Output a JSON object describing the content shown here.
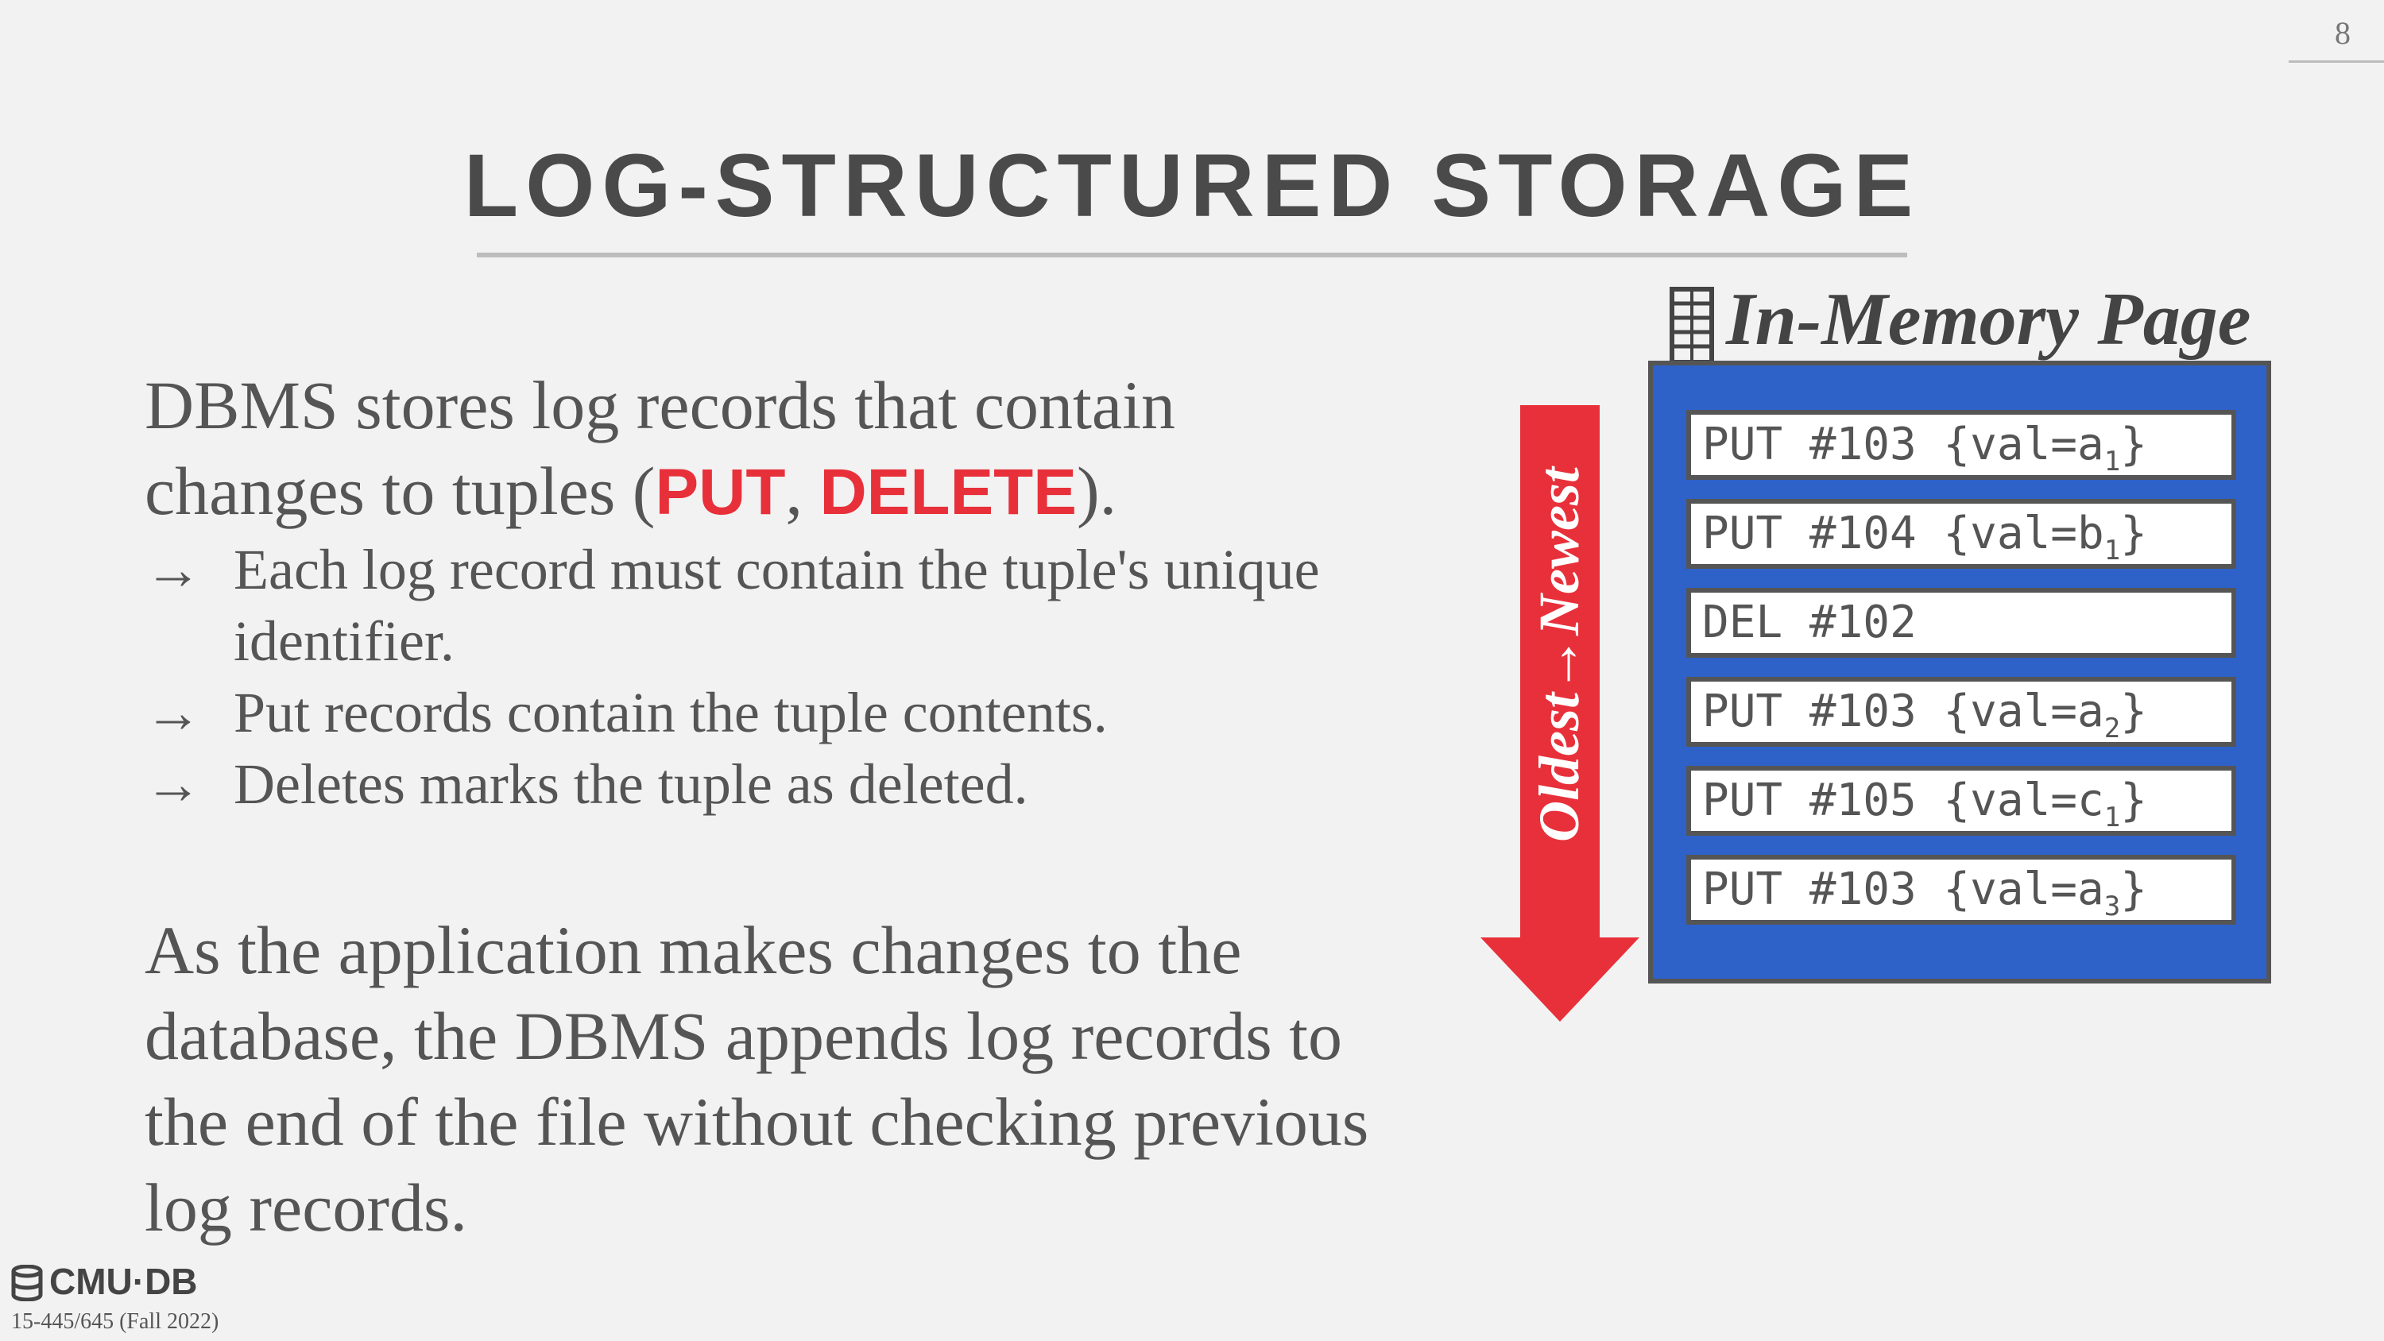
{
  "page_number": "8",
  "title": "LOG-STRUCTURED STORAGE",
  "paragraph1": {
    "pre": "DBMS stores log records that contain changes to tuples (",
    "kw1": "PUT",
    "sep": ", ",
    "kw2": "DELETE",
    "post": ")."
  },
  "bullets": [
    {
      "arrow": "→",
      "text": "Each log record must contain the tuple's unique identifier."
    },
    {
      "arrow": "→",
      "text": "Put records contain the tuple contents."
    },
    {
      "arrow": "→",
      "text": "Deletes marks the tuple as deleted."
    }
  ],
  "paragraph2": "As the application makes changes to the database, the DBMS appends log records to the end of the file without checking previous log records.",
  "diagram": {
    "order_label": "Oldest→Newest",
    "page_label": "In-Memory Page",
    "records": [
      {
        "text": "PUT #103 {val=a",
        "sub": "1",
        "close": "}"
      },
      {
        "text": "PUT #104 {val=b",
        "sub": "1",
        "close": "}"
      },
      {
        "text": "DEL #102",
        "sub": "",
        "close": ""
      },
      {
        "text": "PUT #103 {val=a",
        "sub": "2",
        "close": "}"
      },
      {
        "text": "PUT #105 {val=c",
        "sub": "1",
        "close": "}"
      },
      {
        "text": "PUT #103 {val=a",
        "sub": "3",
        "close": "}"
      }
    ],
    "colors": {
      "arrow": "#e8303a",
      "page": "#2e62c9",
      "keyword": "#e8303a"
    }
  },
  "footer": {
    "logo_text": "CMU·DB",
    "course": "15-445/645 (Fall 2022)"
  },
  "icons": [
    "memory-chip-icon",
    "database-icon",
    "down-arrow-icon"
  ]
}
